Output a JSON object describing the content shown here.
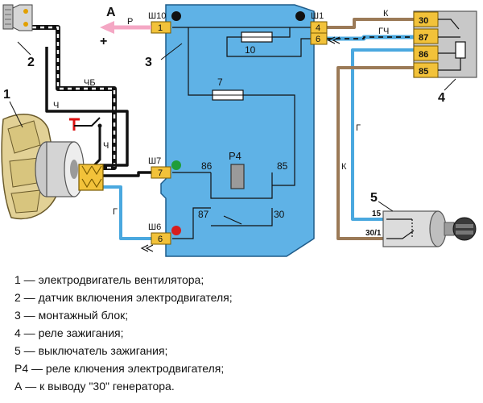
{
  "diagram": {
    "callouts": {
      "motor": "1",
      "sensor": "2",
      "mounting_block": "3",
      "ignition_relay": "4",
      "ignition_switch": "5"
    },
    "generator": {
      "label": "А",
      "plus": "+",
      "wire": "Р"
    },
    "connectors": {
      "sh10": {
        "name": "Ш10",
        "pin": "1"
      },
      "sh1": {
        "name": "Ш1",
        "pin_top": "4",
        "pin_bottom": "6"
      },
      "sh7": {
        "name": "Ш7",
        "pin": "7"
      },
      "sh6": {
        "name": "Ш6",
        "pin": "6"
      }
    },
    "fuses": {
      "upper": "10",
      "lower": "7"
    },
    "relay_p4": {
      "name": "Р4",
      "pin_86": "86",
      "pin_85": "85",
      "pin_87": "87",
      "pin_30": "30"
    },
    "ignition_relay_pins": [
      "30",
      "87",
      "86",
      "85"
    ],
    "switch_pins": {
      "p15": "15",
      "p30_1": "30/1"
    },
    "wire_codes": {
      "black_white": "ЧБ",
      "black_motor": "Ч",
      "black_sensor": "Ч",
      "blue_motor": "Г",
      "brown_top": "К",
      "blue_brown": "ГЧ",
      "blue_right": "Г",
      "brown_right": "К"
    },
    "colors": {
      "block": "#5fb2e6",
      "connector": "#f2c23a",
      "relay_body": "#c8c8c8",
      "blue_wire": "#4aa8df",
      "brown_wire": "#9b7a57",
      "black_wire": "#111111"
    }
  },
  "legend": [
    "1 — электродвигатель вентилятора;",
    "2 — датчик включения электродвигателя;",
    "3 — монтажный блок;",
    "4 — реле зажигания;",
    "5 — выключатель зажигания;",
    "Р4 — реле  ключения электродвигателя;",
    "А — к выводу \"30\" генератора."
  ]
}
